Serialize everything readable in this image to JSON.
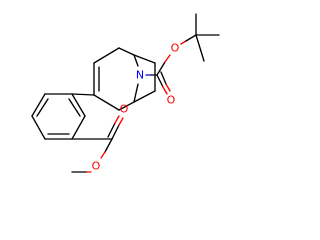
{
  "molecule": {
    "atoms": {
      "n_bridge": {
        "label": "N",
        "color": "#0000ff"
      },
      "o_boc_ether": {
        "label": "O",
        "color": "#ff0000"
      },
      "o_boc_carbonyl": {
        "label": "O",
        "color": "#ff0000"
      },
      "o_ester_carbonyl": {
        "label": "O",
        "color": "#ff0000"
      },
      "o_ester_ether": {
        "label": "O",
        "color": "#ff0000"
      }
    }
  }
}
